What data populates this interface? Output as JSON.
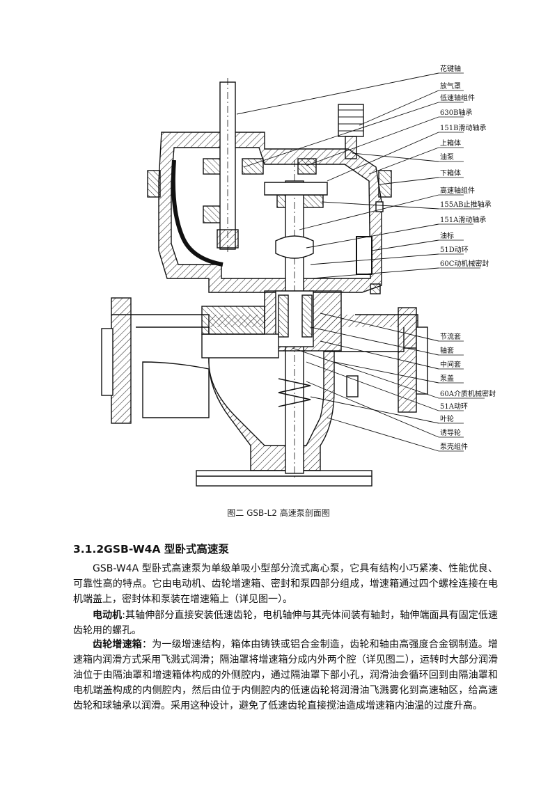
{
  "figure": {
    "labels": [
      "花键轴",
      "放气罩",
      "低速轴组件",
      "630B轴承",
      "151B滑动轴承",
      "上箱体",
      "油泵",
      "下箱体",
      "高速轴组件",
      "155AB止推轴承",
      "151A滑动轴承",
      "油标",
      "51D动环",
      "60C动机械密封",
      "节流套",
      "轴套",
      "中间套",
      "泵盖",
      "60A介质机械密封",
      "51A动环",
      "叶轮",
      "诱导轮",
      "泵壳组件"
    ],
    "caption": "图二 GSB-L2 高速泵剖面图"
  },
  "section": {
    "heading": "3.1.2GSB-W4A 型卧式高速泵",
    "para1": "GSB-W4A 型卧式高速泵为单级单吸小型部分流式离心泵，它具有结构小巧紧凑、性能优良、可靠性高的特点。它由电动机、齿轮增速箱、密封和泵四部分组成，增速箱通过四个螺栓连接在电机端盖上，密封体和泵装在增速箱上（详见图一）。",
    "para2_term": "电动机",
    "para2": ":其轴伸部分直接安装低速齿轮，电机轴伸与其壳体间装有轴封，轴伸端面具有固定低速齿轮用的螺孔。",
    "para3_term": "齿轮增速箱",
    "para3": "：为一级增速结构，箱体由铸铁或铝合金制造，齿轮和轴由高强度合金钢制造。增速箱内润滑方式采用飞溅式润滑；隔油罩将增速箱分成内外两个腔（详见图二），运转时大部分润滑油位于由隔油罩和增速箱体构成的外侧腔内，通过隔油罩下部小孔，润滑油会循环回到由隔油罩和电机端盖构成的内侧腔内，然后由位于内侧腔内的低速齿轮将润滑油飞溅雾化到高速轴区，给高速齿轮和球轴承以润滑。采用这种设计，避免了低速齿轮直接搅油造成增速箱内油温的过度升高。"
  }
}
